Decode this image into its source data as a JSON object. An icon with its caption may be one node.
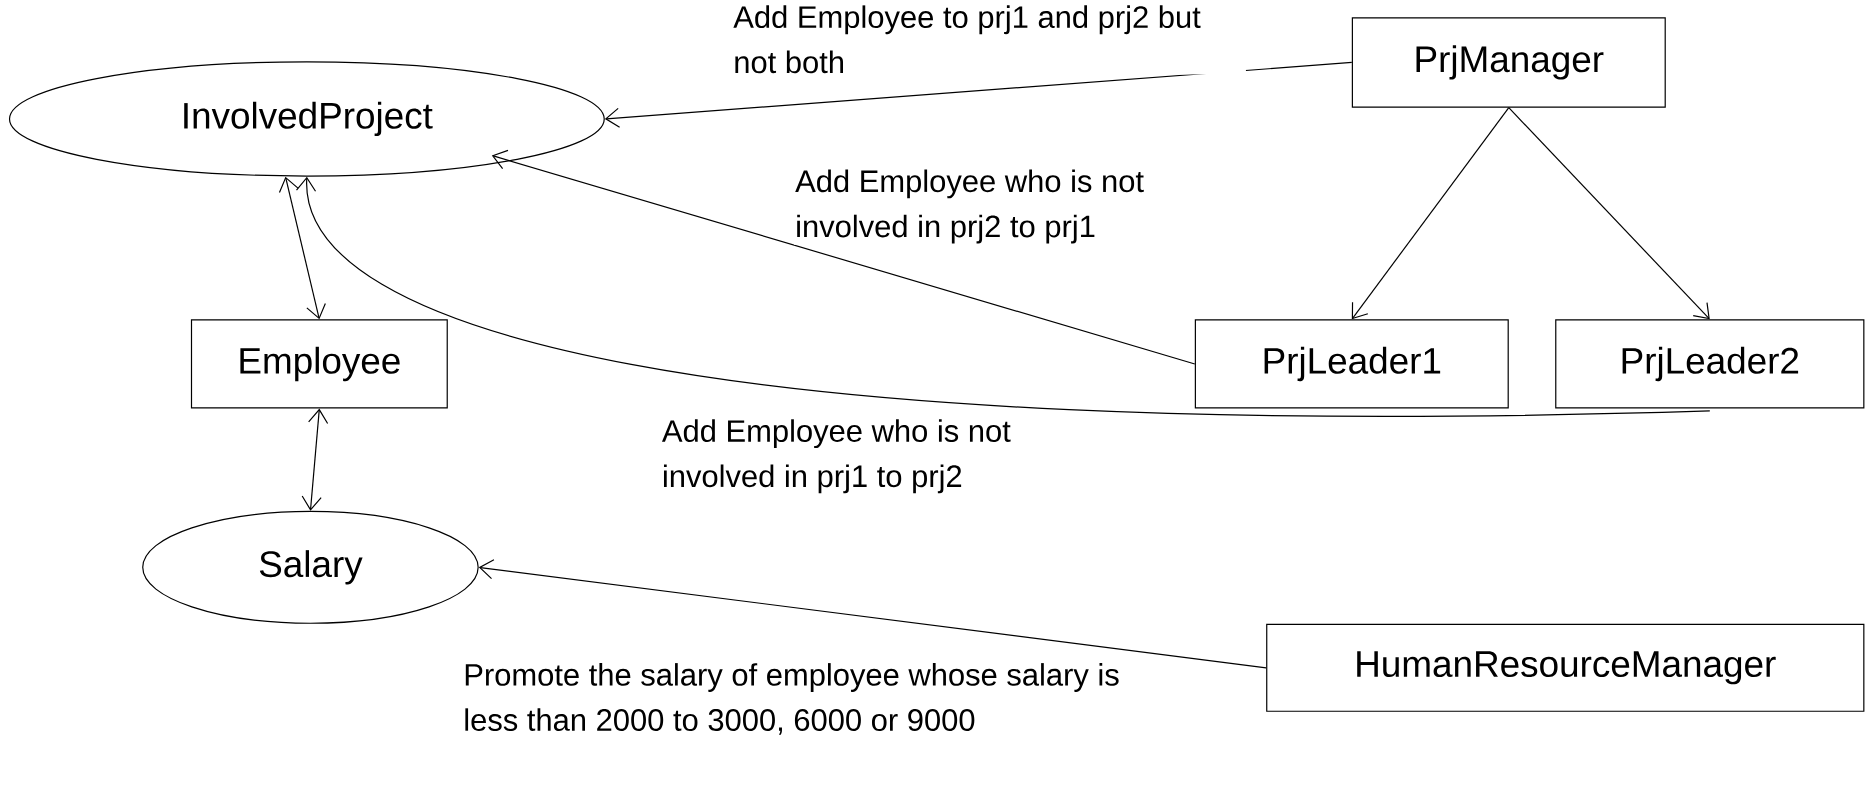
{
  "diagram": {
    "nodes": [
      {
        "text": [
          "InvolvedProject"
        ]
      },
      {
        "text": [
          "PrjManager"
        ]
      },
      {
        "text": [
          "Employee"
        ]
      },
      {
        "text": [
          "PrjLeader1"
        ]
      },
      {
        "text": [
          "PrjLeader2"
        ]
      },
      {
        "text": [
          "Salary"
        ]
      },
      {
        "text": [
          "HumanResourceManager"
        ]
      }
    ],
    "edges": [
      {
        "from": 1,
        "to": 0,
        "arrow": "to",
        "label": "Add Employee to prj1 and prj2 but not both"
      },
      {
        "from": 1,
        "to": 3,
        "arrow": "to"
      },
      {
        "from": 1,
        "to": 4,
        "arrow": "to"
      },
      {
        "from": 3,
        "to": 0,
        "arrow": "to",
        "label": "Add Employee who is not involved in prj2 to prj1"
      },
      {
        "from": 4,
        "to": 0,
        "arrow": "to",
        "label": "Add Employee who is not involved in prj1 to prj2"
      },
      {
        "from": 0,
        "to": 2,
        "arrow": "both"
      },
      {
        "from": 2,
        "to": 5,
        "arrow": "both"
      },
      {
        "from": 6,
        "to": 5,
        "arrow": "to",
        "label": "Promote the salary of employee whose salary is less than 2000 to 3000, 6000 or 9000"
      }
    ]
  }
}
